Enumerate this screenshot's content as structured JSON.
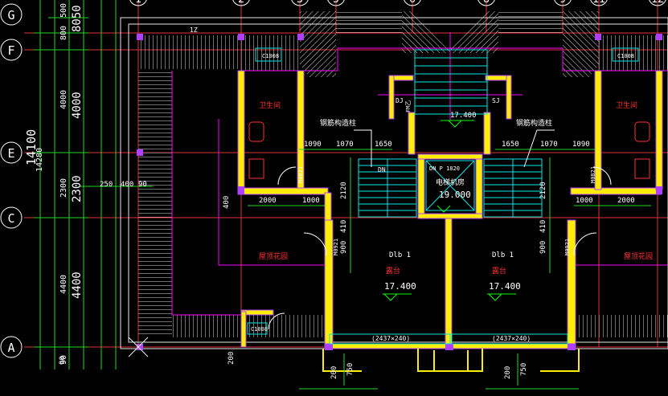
{
  "colors": {
    "background": "#000000",
    "axis_line": "#e0303a",
    "dimension_line": "#22d822",
    "dimension_text": "#ffffff",
    "wall_fill": "#ffee00",
    "wall_outline": "#b040ff",
    "stair": "#00e6e6",
    "roof_hatch": "#e8e8e8",
    "label_red": "#ff3030",
    "label_white": "#ffffff",
    "magenta": "#ff00ff",
    "green_mark": "#00ff00"
  },
  "grid_axes": {
    "rows": [
      "G",
      "F",
      "E",
      "C",
      "A"
    ],
    "columns": [
      "1",
      "2",
      "3",
      "5",
      "6",
      "8",
      "9",
      "11",
      "12"
    ]
  },
  "left_dimensions": {
    "segments_small": [
      "500",
      "800",
      "4000",
      "2300",
      "4400",
      "90"
    ],
    "segments_large": [
      "8050",
      "4000",
      "2300",
      "4400"
    ],
    "total_large": "14100",
    "total_small": "14280",
    "wall_offsets": [
      "250",
      "400",
      "90",
      "400"
    ]
  },
  "center_dimensions": {
    "upper_left": [
      "1090",
      "1070",
      "1650"
    ],
    "upper_right": [
      "1650",
      "1070",
      "1090"
    ],
    "lower_left": [
      "2000",
      "1000"
    ],
    "lower_right": [
      "1000",
      "2000"
    ],
    "side_left": [
      "2120",
      "410",
      "900"
    ],
    "side_right": [
      "2120",
      "410",
      "900"
    ],
    "bottom_left": [
      "200",
      "750"
    ],
    "bottom_right": [
      "200",
      "750"
    ],
    "bottom_edge": [
      "90",
      "200"
    ]
  },
  "room_labels": {
    "elevator_room": "电梯机房",
    "elevator_level": "19.000",
    "roof_level_top": "17.400",
    "roof_level_left": "17.400",
    "roof_level_right": "17.400",
    "left_room": "屋顶花园",
    "right_room": "屋顶花园",
    "left_toilet_tag": "卫生间",
    "right_toilet_tag": "卫生间",
    "left_hall_note": "钢筋构造柱",
    "right_hall_note": "钢筋构造柱",
    "left_terrace": "露台",
    "right_terrace": "露台",
    "door_tag_left": "Dlb 1",
    "door_tag_right": "Dlb 1",
    "beam_left": "(2437×240)",
    "beam_right": "(2437×240)",
    "window_c1008_a": "C1008",
    "window_c1008_b": "C1008",
    "window_c1008_c": "C1008",
    "door_m0821_a": "M0821",
    "door_m0821_b": "M0821",
    "door_m0921_a": "M0921",
    "door_m0921_b": "M0921",
    "vent_tag": "FM乙",
    "slope_tag": "1Z",
    "stair_tag": "DN",
    "elevator_door": "DN P 1820",
    "shaft_tag": "DJ",
    "shaft_tag_right": "SJ"
  }
}
